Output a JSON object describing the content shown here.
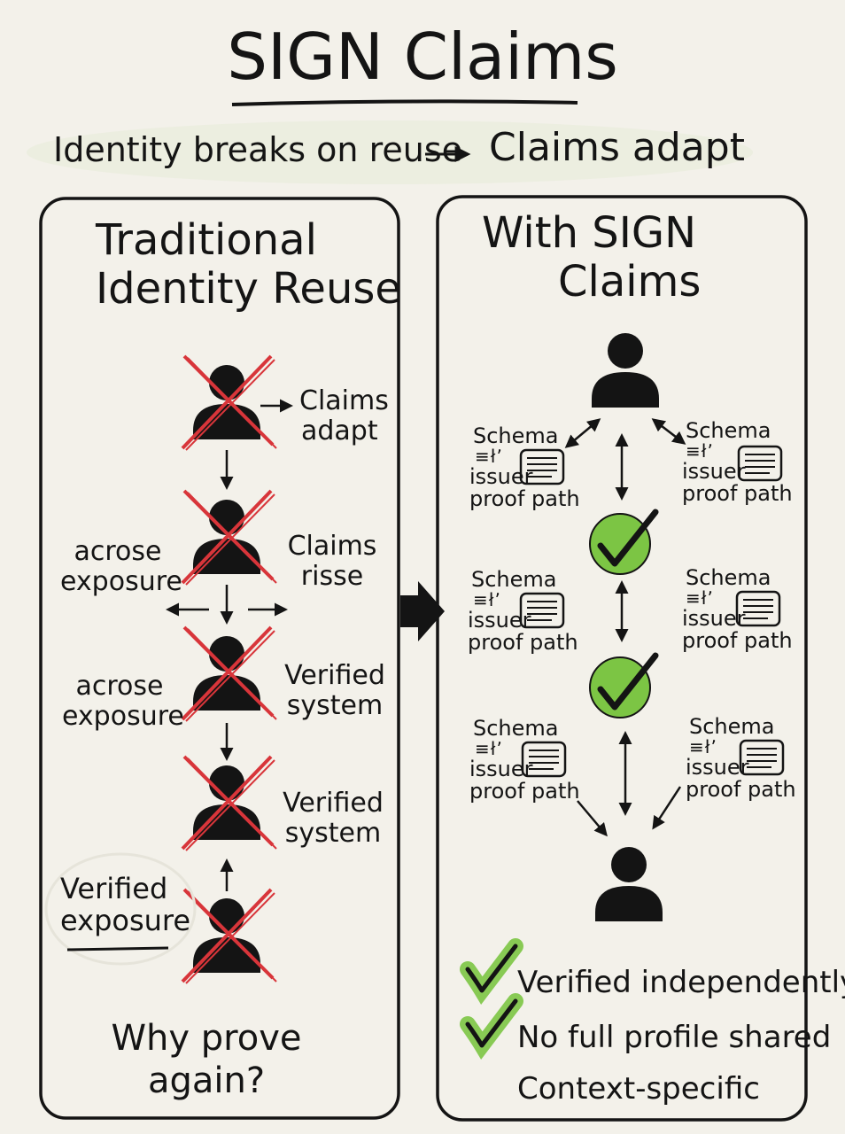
{
  "title": "SIGN Claims",
  "subtitle": {
    "left": "Identity breaks on reuse",
    "right": "Claims adapt"
  },
  "left_panel": {
    "heading": [
      "Traditional",
      "Identity Reuse"
    ],
    "labels": {
      "claims_adapt": [
        "Claims",
        "adapt"
      ],
      "acrose_exposure_1": [
        "acrose",
        "exposure"
      ],
      "claims_risse": [
        "Claims",
        "risse"
      ],
      "acrose_exposure_2": [
        "acrose",
        "exposure"
      ],
      "verified_system_1": [
        "Verified",
        "system"
      ],
      "verified_system_2": [
        "Verified",
        "system"
      ],
      "verified_exposure": [
        "Verified",
        "exposure"
      ]
    },
    "question": [
      "Why prove",
      "again?"
    ]
  },
  "right_panel": {
    "heading": [
      "With SIGN",
      "Claims"
    ],
    "schema_cards": [
      {
        "schema": "Schema",
        "mark": "≡łʼ",
        "issuer": "issuer",
        "proof": "proof path"
      },
      {
        "schema": "Schema",
        "mark": "≡łʼ",
        "issuer": "issuer",
        "proof": "proof path"
      },
      {
        "schema": "Schema",
        "mark": "≡łʼ",
        "issuer": "issuer",
        "proof": "proof path"
      },
      {
        "schema": "Schema",
        "mark": "≡łʼ",
        "issuer": "issuer",
        "proof": "proof path"
      },
      {
        "schema": "Schema",
        "mark": "≡łʼ",
        "issuer": "issuer",
        "proof": "proof path"
      },
      {
        "schema": "Schema",
        "mark": "≡łʼ",
        "issuer": "issuer",
        "proof": "proof path"
      }
    ],
    "benefits": [
      "Verified independently",
      "No full profile shared",
      "Context-specific"
    ]
  },
  "colors": {
    "ink": "#141414",
    "cross": "#d8353a",
    "check_green": "#7cc544",
    "paper": "#f3f1ea"
  }
}
